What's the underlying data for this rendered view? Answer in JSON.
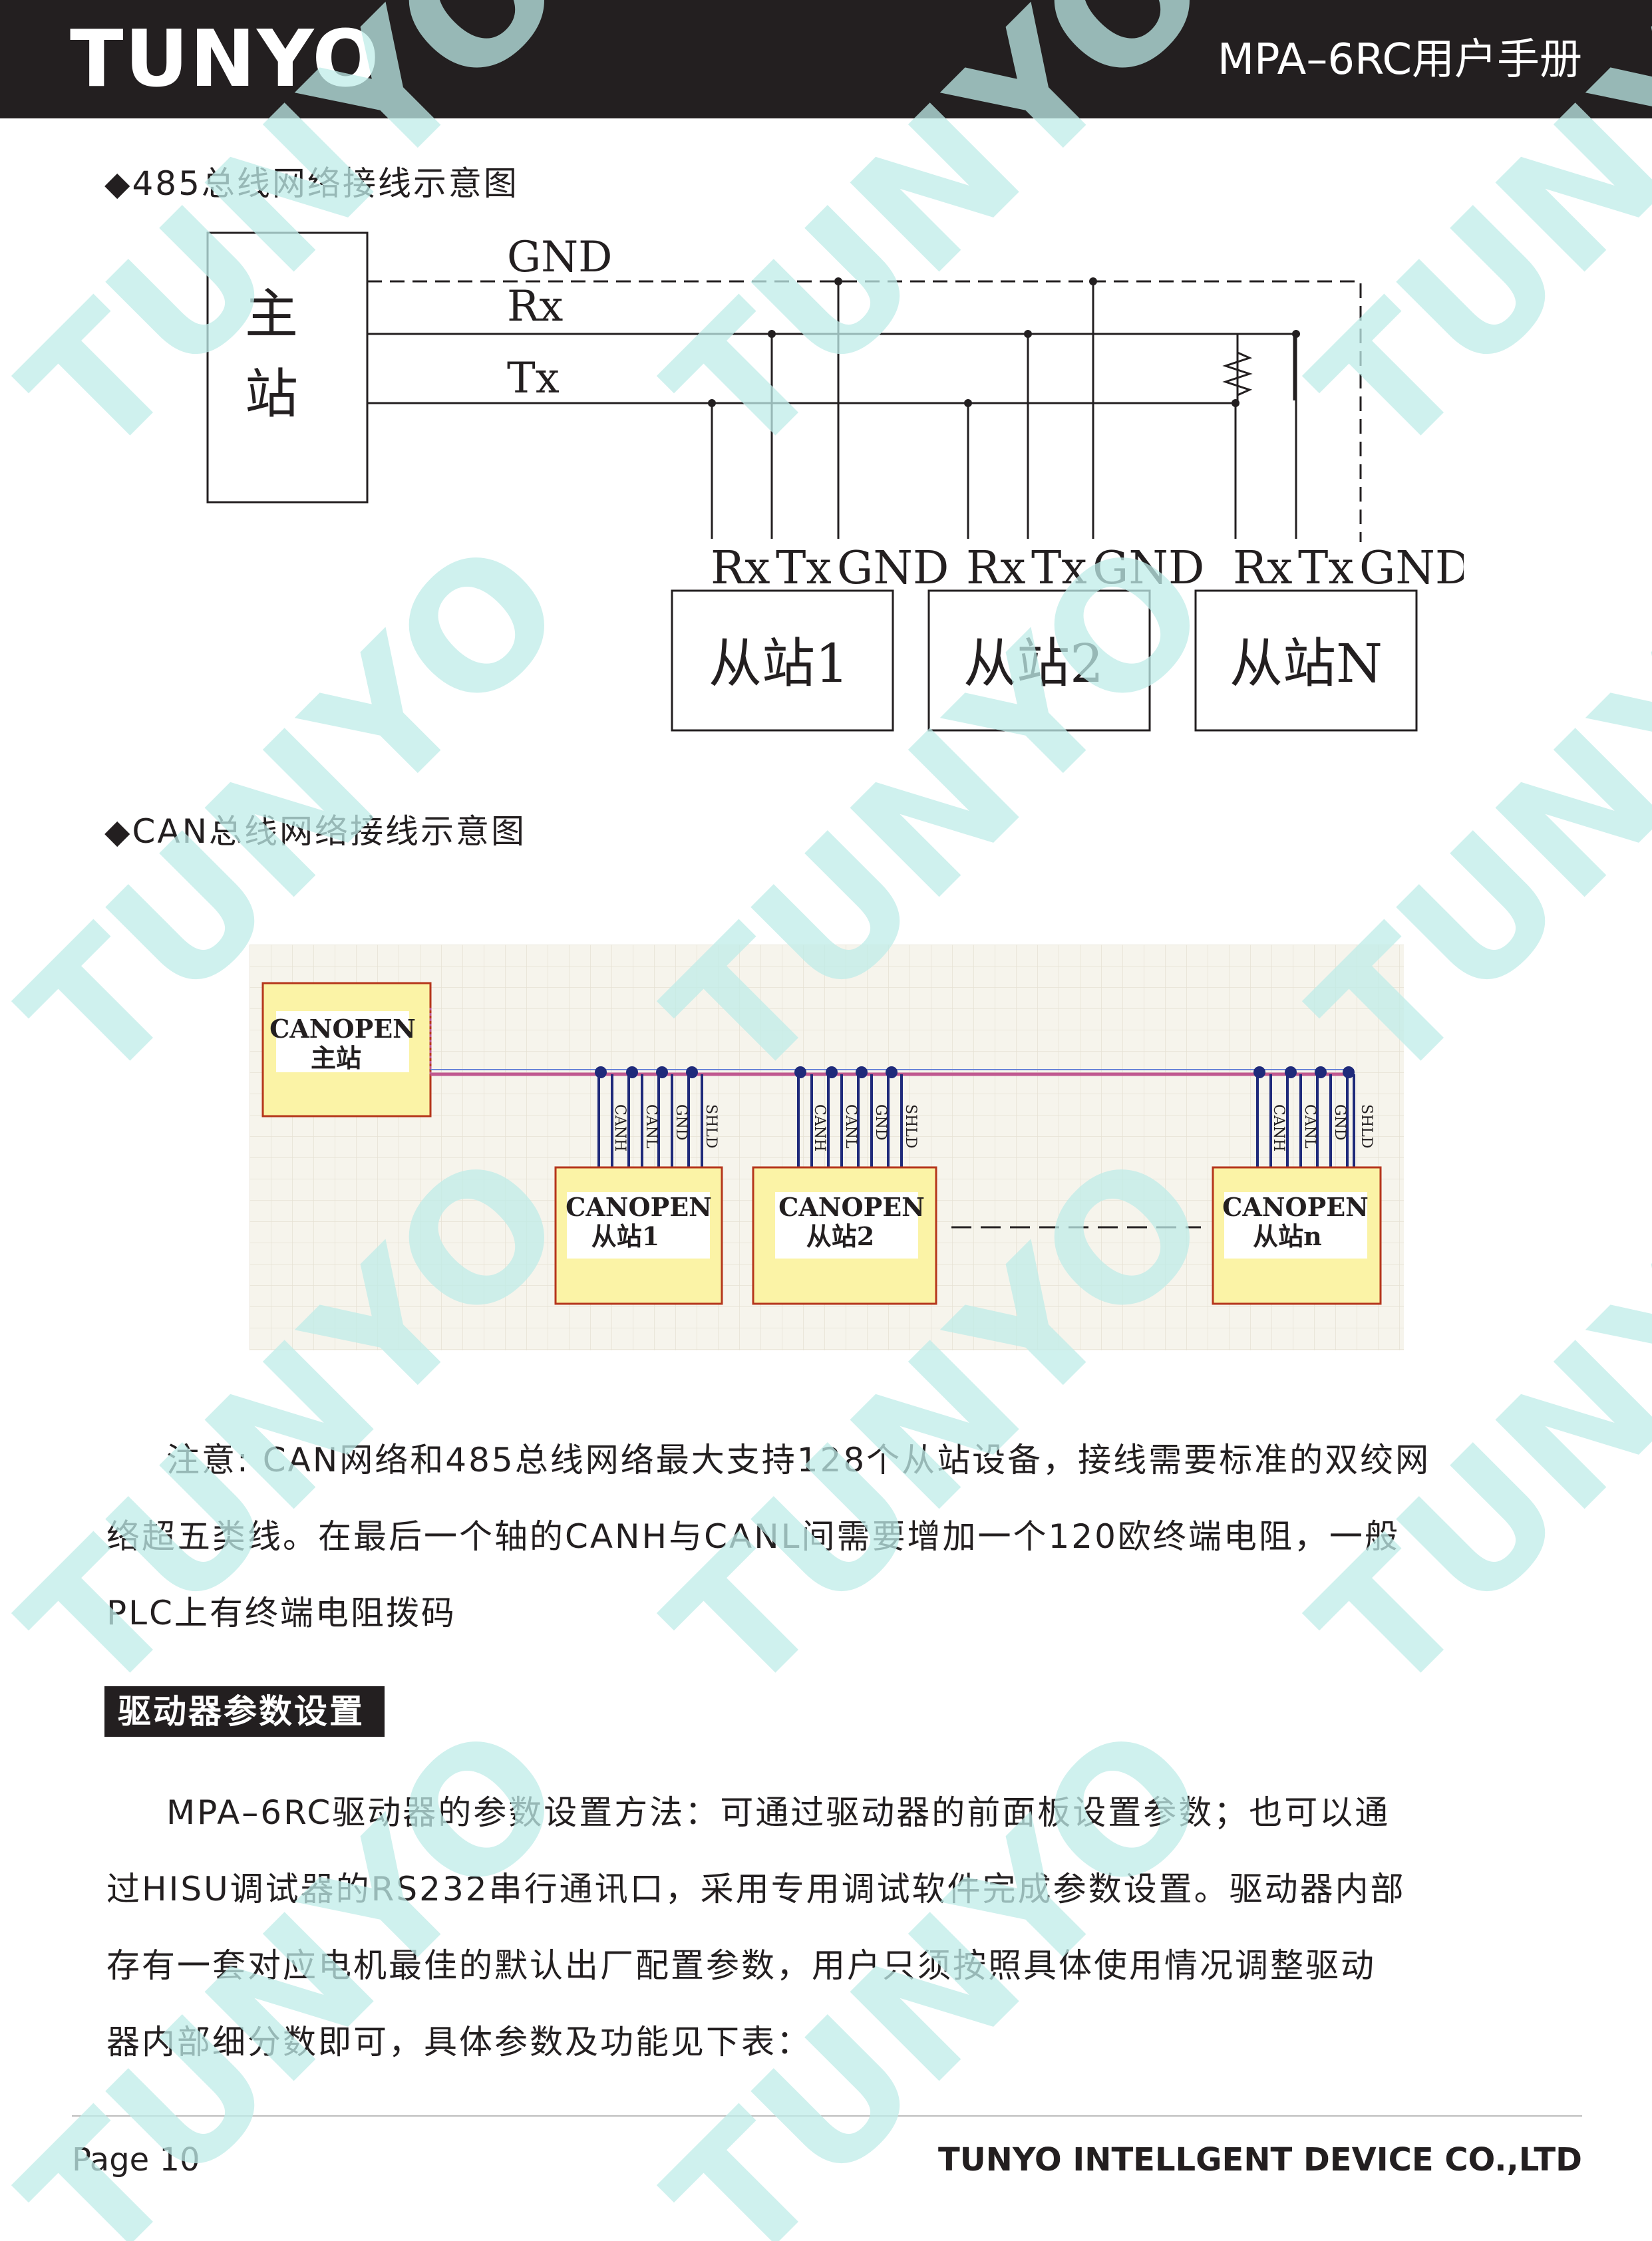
{
  "header": {
    "logo": "TUNYO",
    "manual_title": "MPA–6RC用户手册"
  },
  "watermark": "TUNYO",
  "section_485": {
    "title": "◆485总线网络接线示意图",
    "master_label_1": "主",
    "master_label_2": "站",
    "bus_lines": [
      "GND",
      "Rx",
      "Tx"
    ],
    "slave_pins": [
      "Rx",
      "Tx",
      "GND"
    ],
    "slaves": [
      "从站1",
      "从站2",
      "从站N"
    ]
  },
  "section_can": {
    "title": "◆CAN总线网络接线示意图",
    "master_line_1": "CANOPEN",
    "master_line_2": "主站",
    "pins": [
      "CANH",
      "CANL",
      "GND",
      "SHLD"
    ],
    "slave_line_1": "CANOPEN",
    "slaves": [
      "从站1",
      "从站2",
      "从站n"
    ]
  },
  "note": {
    "lines": [
      "注意: CAN网络和485总线网络最大支持128个从站设备，接线需要标准的双绞网",
      "络超五类线。在最后一个轴的CANH与CANL间需要增加一个120欧终端电阻，一般",
      "PLC上有终端电阻拨码"
    ]
  },
  "param_section": {
    "heading": "驱动器参数设置",
    "lines": [
      "MPA–6RC驱动器的参数设置方法：可通过驱动器的前面板设置参数；也可以通",
      "过HISU调试器的RS232串行通讯口，采用专用调试软件完成参数设置。驱动器内部",
      "存有一套对应电机最佳的默认出厂配置参数，用户只须按照具体使用情况调整驱动",
      "器内部细分数即可，具体参数及功能见下表："
    ]
  },
  "footer": {
    "page": "Page 10",
    "company": "TUNYO INTELLGENT DEVICE CO.,LTD"
  },
  "colors": {
    "header_bg": "#231f20",
    "watermark": "#bfece9",
    "can_box_fill": "#fbf3a6",
    "can_box_stroke": "#b5361b",
    "can_bus": "#c05890",
    "can_grid_bg": "#f6f4ec"
  }
}
